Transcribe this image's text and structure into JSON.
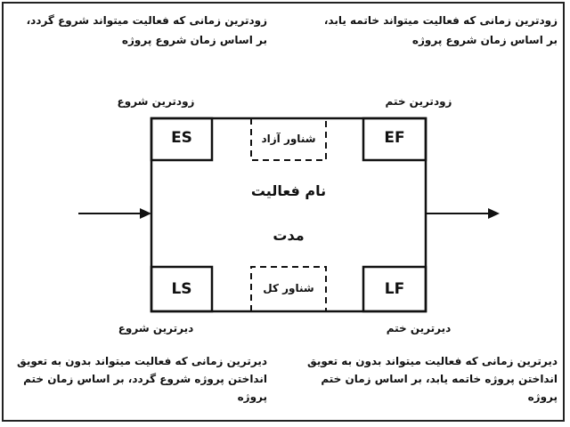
{
  "descriptions": {
    "es": [
      "زودترین زمانی که فعالیت میتواند شروع گردد،",
      "بر اساس زمان شروع پروژه"
    ],
    "ef": [
      "زودترین زمانی که فعالیت میتواند خاتمه یابد،",
      "بر اساس زمان شروع پروژه"
    ],
    "ls": [
      "دیرترین زمانی که فعالیت میتواند بدون به تعویق",
      "انداختن پروژه شروع گردد، بر اساس زمان ختم پروژه"
    ],
    "lf": [
      "دیرترین زمانی که فعالیت میتواند بدون به تعویق",
      "انداختن پروژه خاتمه یابد، بر اساس زمان ختم پروژه"
    ]
  },
  "labels": {
    "earliest_start": "زودترین شروع",
    "earliest_finish": "زودترین ختم",
    "latest_start": "دیرترین شروع",
    "latest_finish": "دیرترین ختم"
  },
  "node": {
    "es": "ES",
    "ef": "EF",
    "ls": "LS",
    "lf": "LF",
    "free_float": "شناور آزاد",
    "total_float": "شناور کل",
    "activity_name": "نام فعالیت",
    "duration": "مدت"
  }
}
